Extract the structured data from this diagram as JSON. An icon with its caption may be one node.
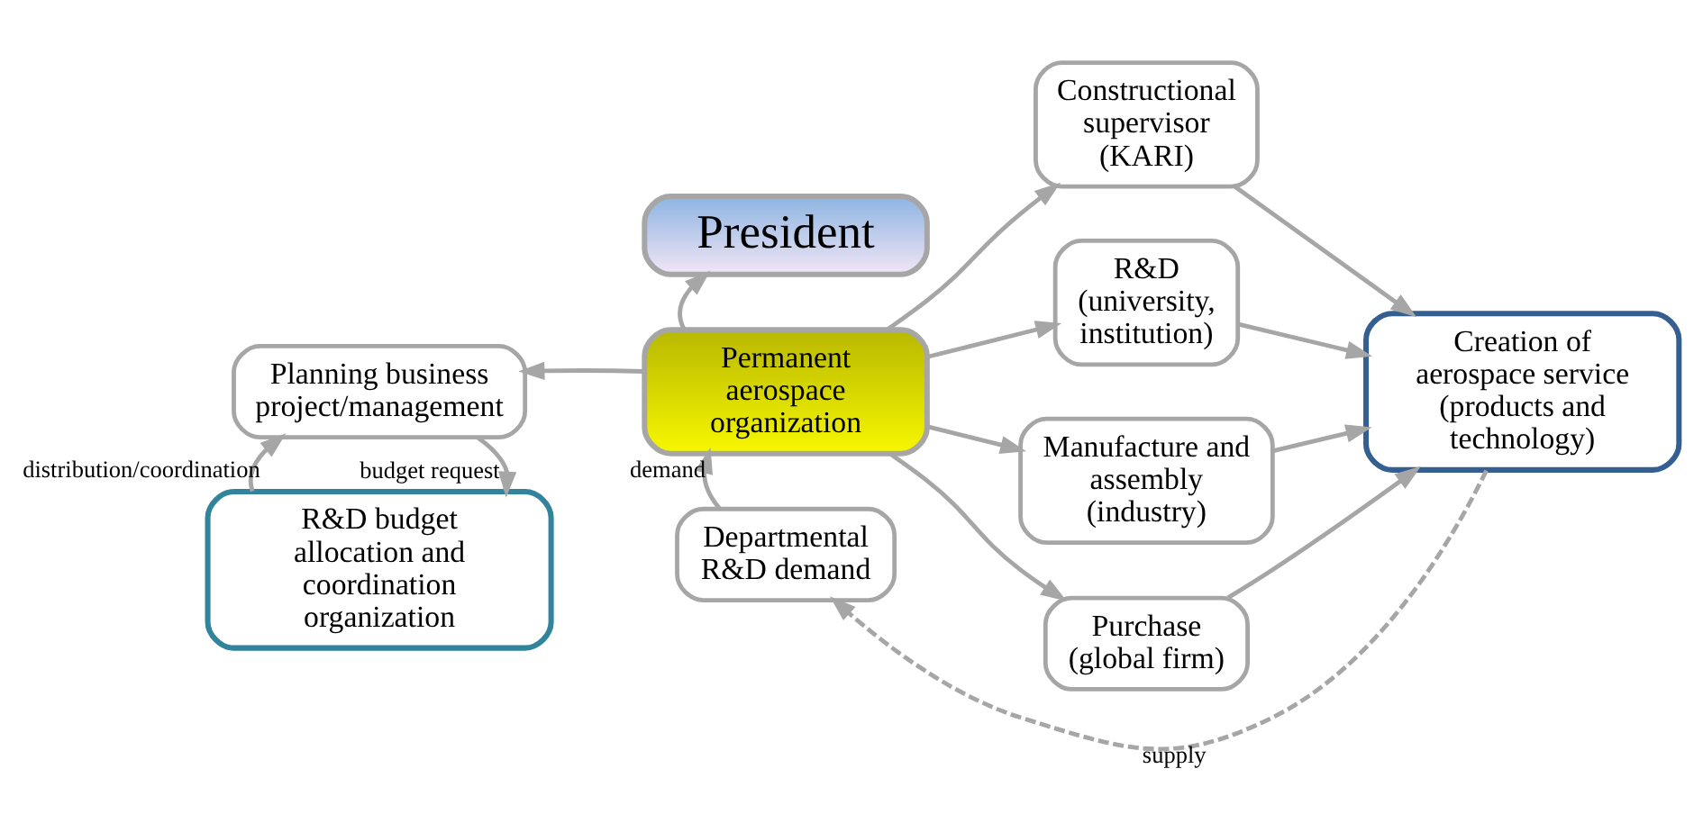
{
  "diagram": {
    "nodes": [
      {
        "text": [
          "R&D budget allocation and coordination organization"
        ]
      },
      {
        "text": [
          "Planning business project/management"
        ]
      },
      {
        "text": [
          "President"
        ]
      },
      {
        "text": [
          "Permanent aerospace organization"
        ]
      },
      {
        "text": [
          "Departmental R&D demand"
        ]
      },
      {
        "text": [
          "Constructional supervisor (KARI)"
        ]
      },
      {
        "text": [
          "R&D (university, institution)"
        ]
      },
      {
        "text": [
          "Manufacture and assembly (industry)"
        ]
      },
      {
        "text": [
          "Purchase (global firm)"
        ]
      },
      {
        "text": [
          "Creation of aerospace service (products and technology)"
        ]
      }
    ],
    "edges": [
      {
        "from": 1,
        "to": 0,
        "label": "budget request",
        "arrow": "to"
      },
      {
        "from": 0,
        "to": 1,
        "label": "distribution/coordination",
        "arrow": "to"
      },
      {
        "from": 3,
        "to": 2,
        "arrow": "to"
      },
      {
        "from": 3,
        "to": 1,
        "arrow": "to"
      },
      {
        "from": 4,
        "to": 3,
        "label": "demand",
        "arrow": "to"
      },
      {
        "from": 3,
        "to": 5,
        "arrow": "to"
      },
      {
        "from": 3,
        "to": 6,
        "arrow": "to"
      },
      {
        "from": 3,
        "to": 7,
        "arrow": "to"
      },
      {
        "from": 3,
        "to": 8,
        "arrow": "to"
      },
      {
        "from": 5,
        "to": 9,
        "arrow": "to"
      },
      {
        "from": 6,
        "to": 9,
        "arrow": "to"
      },
      {
        "from": 7,
        "to": 9,
        "arrow": "to"
      },
      {
        "from": 8,
        "to": 9,
        "arrow": "to"
      },
      {
        "from": 9,
        "to": 4,
        "label": "supply",
        "arrow": "to",
        "style": "dashed"
      }
    ]
  }
}
